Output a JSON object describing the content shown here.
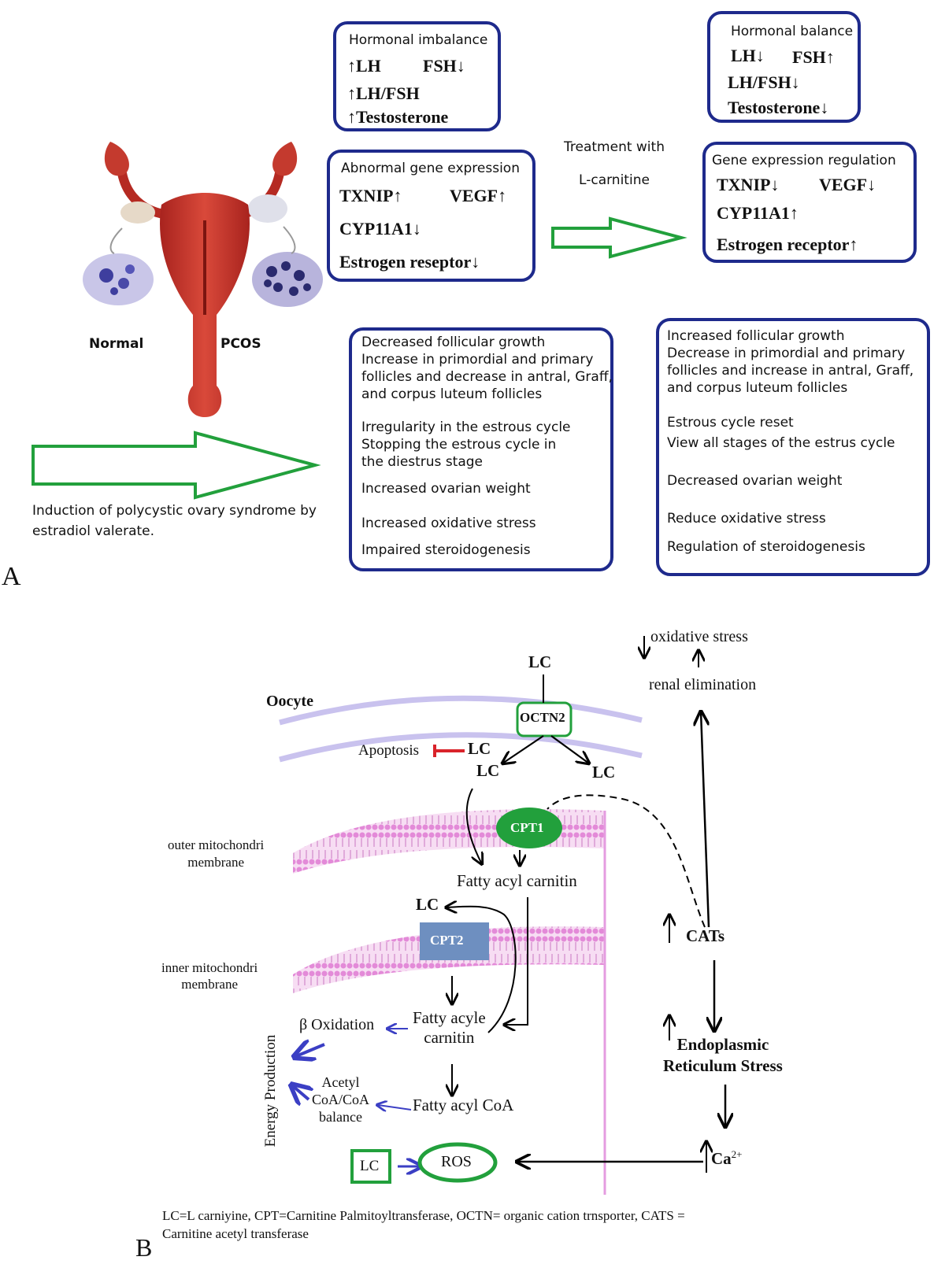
{
  "panel_a": {
    "letter": "A",
    "uterus": {
      "normal_label": "Normal",
      "pcos_label": "PCOS"
    },
    "induction_text": [
      "Induction of polycystic ovary syndrome by",
      "estradiol valerate."
    ],
    "treatment_text": [
      "Treatment with",
      "L-carnitine"
    ],
    "hormonal_imbalance": {
      "title": "Hormonal imbalance",
      "lines": [
        "↑LH",
        "FSH↓",
        "↑LH/FSH",
        "↑Testosterone"
      ]
    },
    "abnormal_gene": {
      "title": "Abnormal gene expression",
      "lines": [
        "TXNIP↑",
        "VEGF↑",
        "CYP11A1↓",
        "Estrogen reseptor↓"
      ]
    },
    "hormonal_balance": {
      "title": "Hormonal balance",
      "lines": [
        "LH↓",
        "FSH↑",
        "LH/FSH↓",
        "Testosterone↓"
      ]
    },
    "gene_regulation": {
      "title": "Gene expression regulation",
      "lines": [
        "TXNIP↓",
        "VEGF↓",
        "CYP11A1↑",
        "Estrogen receptor↑"
      ]
    },
    "pcos_effects": [
      "Decreased follicular growth",
      "Increase in primordial and primary",
      "follicles and decrease in antral, Graff,",
      "and corpus luteum follicles",
      "Irregularity in the estrous cycle",
      "Stopping the estrous cycle in",
      "the diestrus stage",
      "Increased ovarian weight",
      "Increased oxidative stress",
      "Impaired steroidogenesis"
    ],
    "treatment_effects": [
      "Increased follicular growth",
      "Decrease in primordial and primary",
      "follicles and increase in antral, Graff,",
      "and corpus luteum follicles",
      "Estrous cycle reset",
      "View all stages of the estrus cycle",
      "Decreased ovarian weight",
      "Reduce oxidative stress",
      "Regulation of steroidogenesis"
    ]
  },
  "panel_b": {
    "letter": "B",
    "oocyte": "Oocyte",
    "lc": "LC",
    "octn2": "OCTN2",
    "apoptosis": "Apoptosis",
    "cpt1": "CPT1",
    "cpt2": "CPT2",
    "outer_membrane": [
      "outer mitochondri",
      "membrane"
    ],
    "inner_membrane": [
      "inner mitochondri",
      "membrane"
    ],
    "fatty_acyl_carnitin": "Fatty acyl carnitin",
    "fatty_acyle_carnitin": [
      "Fatty acyle",
      "carnitin"
    ],
    "beta_oxidation": "β Oxidation",
    "acetyl_coa": [
      "Acetyl",
      "CoA/CoA",
      "balance"
    ],
    "fatty_acyl_coa": "Fatty acyl CoA",
    "energy_production": "Energy Production",
    "ros": "ROS",
    "oxidative_stress": "oxidative stress",
    "renal_elimination": "renal elimination",
    "cats": "CATs",
    "er_stress": [
      "Endoplasmic",
      "Reticulum Stress"
    ],
    "ca": "Ca",
    "ca_sup": "2+",
    "legend": [
      "LC=L carniyine, CPT=Carnitine Palmitoyltransferase, OCTN= organic cation trnsporter, CATS =",
      "Carnitine acetyl transferase"
    ]
  },
  "colors": {
    "box_border": "#1e2a8c",
    "green": "#22a03c",
    "blue_arrow": "#3b3fc4",
    "membrane": "#e59ce0",
    "cpt2": "#6e8fc0",
    "red": "#d9232a",
    "oocyte_band": "#c9c2ee"
  }
}
